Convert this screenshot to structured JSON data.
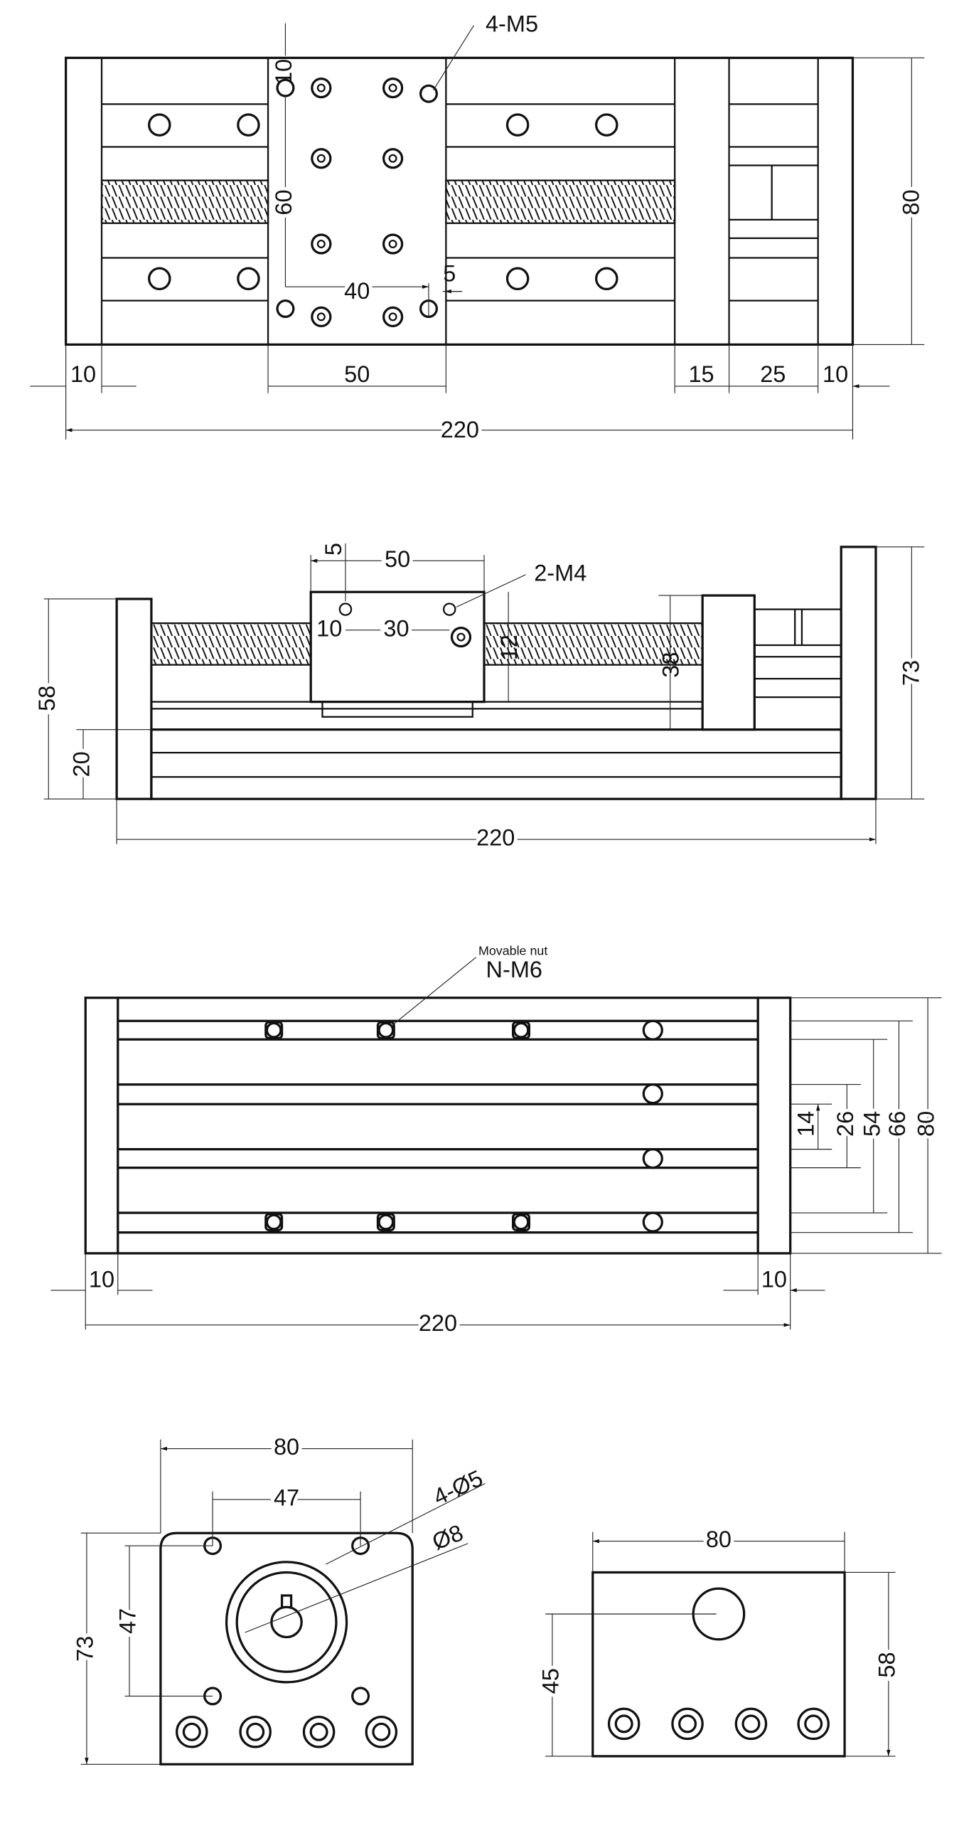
{
  "top_view": {
    "callout": "4-M5",
    "dims": {
      "left_plate": "10",
      "carriage": "50",
      "bearing": "15",
      "coupling": "25",
      "right_plate": "10",
      "total": "220",
      "width": "80",
      "hole_spacing_y": "60",
      "hole_offset": "10",
      "hole_spacing_x": "40",
      "edge": "5"
    }
  },
  "side_view": {
    "callout": "2-M4",
    "dims": {
      "carriage": "50",
      "offset": "5",
      "edge": "10",
      "hole_spacing": "30",
      "height_carriage": "12",
      "screw_height": "38",
      "end_height": "58",
      "base": "20",
      "motor_height": "73",
      "total": "220"
    }
  },
  "bottom_view": {
    "note": "Movable nut",
    "callout": "N-M6",
    "dims": {
      "s14": "14",
      "s26": "26",
      "s54": "54",
      "s66": "66",
      "s80": "80",
      "left": "10",
      "right": "10",
      "total": "220"
    }
  },
  "end_view_motor": {
    "dims": {
      "width": "80",
      "hole_spacing": "47",
      "holes": "4-Ø5",
      "bore": "Ø8",
      "hole_spacing_v": "47",
      "height": "73"
    }
  },
  "end_view_idle": {
    "dims": {
      "width": "80",
      "center": "45",
      "height": "58"
    }
  }
}
